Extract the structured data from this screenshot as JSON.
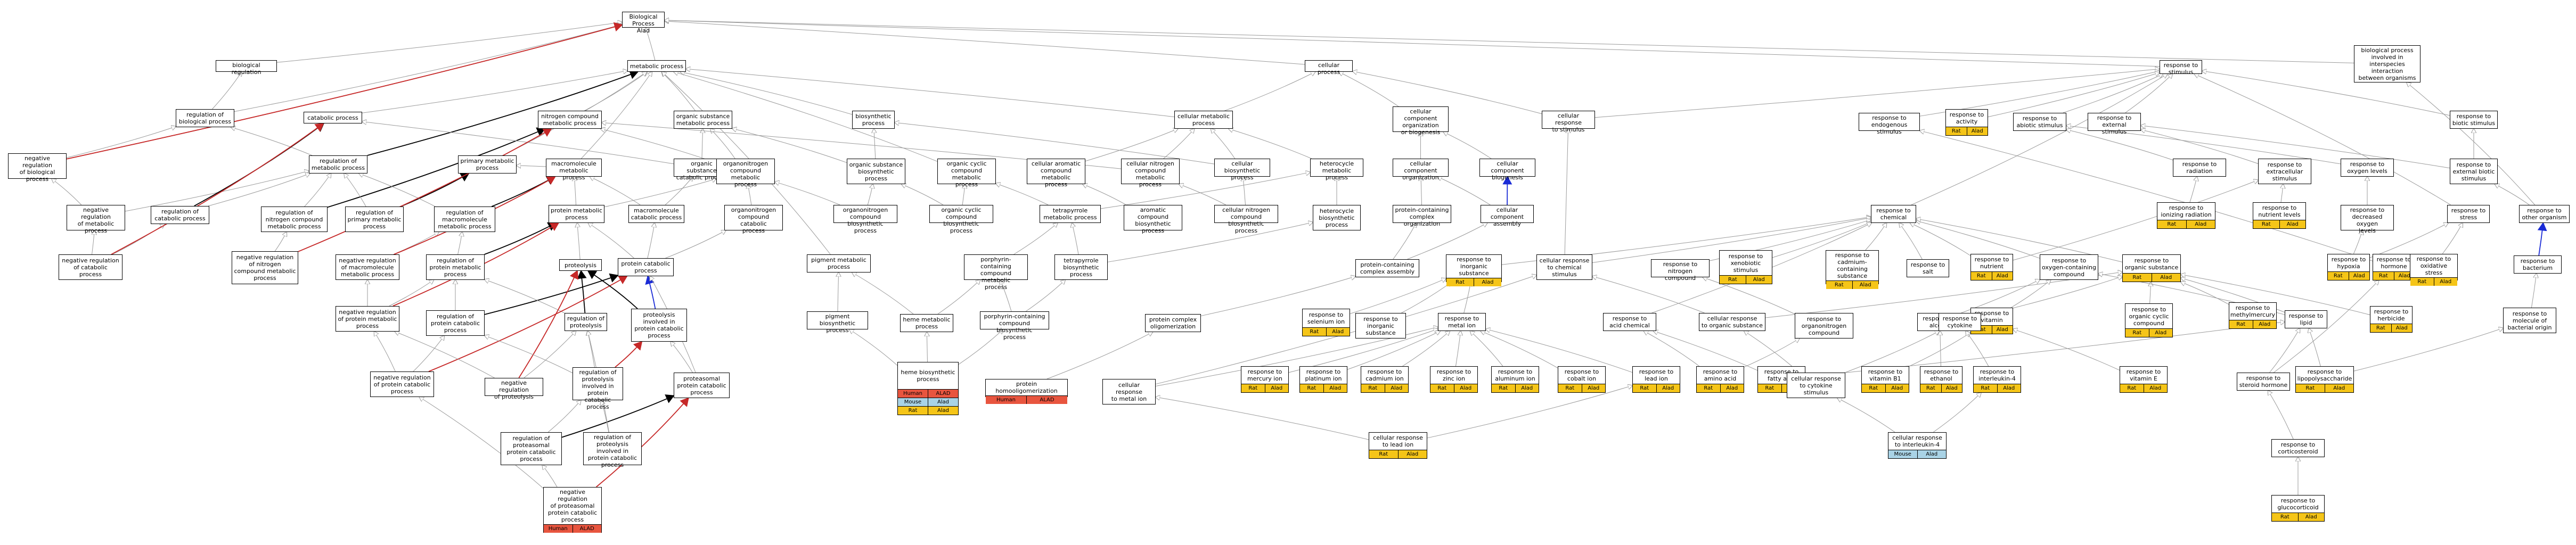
{
  "colors": {
    "gold": "#f5c518",
    "red": "#e8553f",
    "blue": "#a9d3e6",
    "edge_gray": "#9a9a9a",
    "edge_red": "#c62828",
    "edge_blue": "#1a2bd6",
    "edge_black": "#000000"
  },
  "nodes": [
    {
      "id": "bp",
      "label": "Biological Process\nAlad"
    },
    {
      "id": "breg",
      "label": "biological regulation"
    },
    {
      "id": "met",
      "label": "metabolic process"
    },
    {
      "id": "cel",
      "label": "cellular process"
    },
    {
      "id": "rts",
      "label": "response to\nstimulus"
    },
    {
      "id": "bpi",
      "label": "biological process\ninvolved in\ninterspecies\ninteraction\nbetween organisms"
    },
    {
      "id": "rbp",
      "label": "regulation of\nbiological process"
    },
    {
      "id": "nrbp",
      "label": "negative regulation\nof biological\nprocess"
    },
    {
      "id": "catp",
      "label": "catabolic process"
    },
    {
      "id": "ncmp",
      "label": "nitrogen compound\nmetabolic process"
    },
    {
      "id": "osmp",
      "label": "organic substance\nmetabolic process"
    },
    {
      "id": "biosyn",
      "label": "biosynthetic\nprocess"
    },
    {
      "id": "cmp",
      "label": "cellular metabolic\nprocess"
    },
    {
      "id": "ccob",
      "label": "cellular component\norganization\nor biogenesis"
    },
    {
      "id": "cts",
      "label": "cellular response\nto stimulus"
    },
    {
      "id": "rmp",
      "label": "regulation of\nmetabolic process"
    },
    {
      "id": "pmp",
      "label": "primary metabolic\nprocess"
    },
    {
      "id": "mmp",
      "label": "macromolecule\nmetabolic process"
    },
    {
      "id": "oscp",
      "label": "organic substance\ncatabolic process"
    },
    {
      "id": "ocmp",
      "label": "organonitrogen\ncompound metabolic\nprocess"
    },
    {
      "id": "osbp",
      "label": "organic substance\nbiosynthetic\nprocess"
    },
    {
      "id": "occmp",
      "label": "organic cyclic\ncompound metabolic\nprocess"
    },
    {
      "id": "acmp",
      "label": "cellular aromatic\ncompound metabolic\nprocess"
    },
    {
      "id": "cncmp",
      "label": "cellular nitrogen\ncompound metabolic\nprocess"
    },
    {
      "id": "cbp",
      "label": "cellular biosynthetic\nprocess"
    },
    {
      "id": "hmp",
      "label": "heterocycle\nmetabolic process"
    },
    {
      "id": "cco",
      "label": "cellular component\norganization"
    },
    {
      "id": "ccb",
      "label": "cellular component\nbiogenesis"
    },
    {
      "id": "res",
      "label": "response to\nendogenous stimulus"
    },
    {
      "id": "ract",
      "label": "response to\nactivity",
      "tags": [
        [
          "Rat",
          "gold"
        ],
        [
          "Alad",
          "gold"
        ]
      ]
    },
    {
      "id": "ras",
      "label": "response to\nabiotic stimulus"
    },
    {
      "id": "rext",
      "label": "response to\nexternal stimulus"
    },
    {
      "id": "rbs",
      "label": "response to\nbiotic stimulus"
    },
    {
      "id": "nrmp",
      "label": "negative regulation\nof metabolic\nprocess"
    },
    {
      "id": "rcp",
      "label": "regulation of\ncatabolic process"
    },
    {
      "id": "rncmp",
      "label": "regulation of\nnitrogen compound\nmetabolic process"
    },
    {
      "id": "rpmp",
      "label": "regulation of\nprimary metabolic\nprocess"
    },
    {
      "id": "rmmp",
      "label": "regulation of\nmacromolecule\nmetabolic process"
    },
    {
      "id": "prmp",
      "label": "protein metabolic\nprocess"
    },
    {
      "id": "mcp",
      "label": "macromolecule\ncatabolic process"
    },
    {
      "id": "occp",
      "label": "organonitrogen\ncompound catabolic\nprocess"
    },
    {
      "id": "ocbp",
      "label": "organonitrogen\ncompound biosynthetic\nprocess"
    },
    {
      "id": "occbp",
      "label": "organic cyclic\ncompound biosynthetic\nprocess"
    },
    {
      "id": "tmp",
      "label": "tetrapyrrole\nmetabolic process"
    },
    {
      "id": "acbp",
      "label": "aromatic compound\nbiosynthetic\nprocess"
    },
    {
      "id": "cncbp",
      "label": "cellular nitrogen\ncompound biosynthetic\nprocess"
    },
    {
      "id": "hbp",
      "label": "heterocycle\nbiosynthetic\nprocess"
    },
    {
      "id": "pcco",
      "label": "protein-containing\ncomplex organization"
    },
    {
      "id": "cca",
      "label": "cellular component\nassembly"
    },
    {
      "id": "rrad",
      "label": "response to\nradiation"
    },
    {
      "id": "rextc",
      "label": "response to\nextracellular\nstimulus"
    },
    {
      "id": "rox",
      "label": "response to\noxygen levels"
    },
    {
      "id": "rebs",
      "label": "response to\nexternal biotic\nstimulus"
    },
    {
      "id": "rchem",
      "label": "response to\nchemical"
    },
    {
      "id": "ncp",
      "label": "negative regulation\nof catabolic\nprocess"
    },
    {
      "id": "nrncmp",
      "label": "negative regulation\nof nitrogen\ncompound metabolic\nprocess"
    },
    {
      "id": "nrmmp",
      "label": "negative regulation\nof macromolecule\nmetabolic process"
    },
    {
      "id": "rprmp",
      "label": "regulation of\nprotein metabolic\nprocess"
    },
    {
      "id": "proteolysis",
      "label": "proteolysis"
    },
    {
      "id": "pcp",
      "label": "protein catabolic\nprocess"
    },
    {
      "id": "pigmp",
      "label": "pigment metabolic\nprocess"
    },
    {
      "id": "ppbp",
      "label": "porphyrin-containing\ncompound metabolic\nprocess"
    },
    {
      "id": "tbp",
      "label": "tetrapyrrole\nbiosynthetic\nprocess"
    },
    {
      "id": "pcca",
      "label": "protein-containing\ncomplex assembly"
    },
    {
      "id": "ris",
      "label": "response to\ninorganic substance",
      "tags": [
        [
          "Rat",
          "gold"
        ],
        [
          "Alad",
          "gold"
        ]
      ]
    },
    {
      "id": "crc",
      "label": "cellular response\nto chemical\nstimulus"
    },
    {
      "id": "rnc",
      "label": "response to\nnitrogen compound"
    },
    {
      "id": "rxs",
      "label": "response to\nxenobiotic stimulus",
      "tags": [
        [
          "Rat",
          "gold"
        ],
        [
          "Alad",
          "gold"
        ]
      ]
    },
    {
      "id": "rac",
      "label": "response to\ncadmium-containing\nsubstance",
      "tags": [
        [
          "Rat",
          "gold"
        ],
        [
          "Alad",
          "gold"
        ]
      ]
    },
    {
      "id": "rsalt",
      "label": "response to\nsalt"
    },
    {
      "id": "rnut",
      "label": "response to\nnutrient",
      "tags": [
        [
          "Rat",
          "gold"
        ],
        [
          "Alad",
          "gold"
        ]
      ]
    },
    {
      "id": "roxc",
      "label": "response to\noxygen-containing\ncompound"
    },
    {
      "id": "ros",
      "label": "response to\norganic substance",
      "tags": [
        [
          "Rat",
          "gold"
        ],
        [
          "Alad",
          "gold"
        ]
      ]
    },
    {
      "id": "rir",
      "label": "response to\nionizing radiation",
      "tags": [
        [
          "Rat",
          "gold"
        ],
        [
          "Alad",
          "gold"
        ]
      ]
    },
    {
      "id": "rnl",
      "label": "response to\nnutrient levels",
      "tags": [
        [
          "Rat",
          "gold"
        ],
        [
          "Alad",
          "gold"
        ]
      ]
    },
    {
      "id": "rdox",
      "label": "response to\ndecreased oxygen\nlevels"
    },
    {
      "id": "rstress",
      "label": "response to\nstress"
    },
    {
      "id": "rorg",
      "label": "response to\nother organism"
    },
    {
      "id": "nrprmp",
      "label": "negative regulation\nof protein metabolic\nprocess"
    },
    {
      "id": "rpcp",
      "label": "regulation of\nprotein catabolic\nprocess"
    },
    {
      "id": "rprot",
      "label": "regulation of\nproteolysis"
    },
    {
      "id": "pcpinv",
      "label": "proteolysis\ninvolved in\nprotein catabolic\nprocess"
    },
    {
      "id": "pigbp",
      "label": "pigment biosynthetic\nprocess"
    },
    {
      "id": "hemmp",
      "label": "heme metabolic\nprocess"
    },
    {
      "id": "ppcbp",
      "label": "porphyrin-containing\ncompound biosynthetic\nprocess"
    },
    {
      "id": "pco",
      "label": "protein complex\noligomerization"
    },
    {
      "id": "rsel",
      "label": "response to\nselenium ion",
      "tags": [
        [
          "Rat",
          "gold"
        ],
        [
          "Alad",
          "gold"
        ]
      ]
    },
    {
      "id": "rtis",
      "label": "response to\ninorganic\nsubstance"
    },
    {
      "id": "rmi",
      "label": "response to\nmetal ion"
    },
    {
      "id": "rac2",
      "label": "response to\nacid chemical"
    },
    {
      "id": "crorg",
      "label": "cellular response\nto organic substance"
    },
    {
      "id": "rorgn",
      "label": "response to\norganonitrogen\ncompound"
    },
    {
      "id": "ralc",
      "label": "response to\nalcohol"
    },
    {
      "id": "rvit",
      "label": "response to\nvitamin",
      "tags": [
        [
          "Rat",
          "gold"
        ],
        [
          "Alad",
          "gold"
        ]
      ]
    },
    {
      "id": "rocc",
      "label": "response to\norganic cyclic\ncompound",
      "tags": [
        [
          "Rat",
          "gold"
        ],
        [
          "Alad",
          "gold"
        ]
      ]
    },
    {
      "id": "rmh",
      "label": "response to\nmethylmercury",
      "tags": [
        [
          "Rat",
          "gold"
        ],
        [
          "Alad",
          "gold"
        ]
      ]
    },
    {
      "id": "rlip",
      "label": "response to\nlipid"
    },
    {
      "id": "rhyp",
      "label": "response to\nhypoxia",
      "tags": [
        [
          "Rat",
          "gold"
        ],
        [
          "Alad",
          "gold"
        ]
      ]
    },
    {
      "id": "rhorm",
      "label": "response to\nhormone",
      "tags": [
        [
          "Rat",
          "gold"
        ],
        [
          "Alad",
          "gold"
        ]
      ]
    },
    {
      "id": "ros2",
      "label": "response to\noxidative stress",
      "tags": [
        [
          "Rat",
          "gold"
        ],
        [
          "Alad",
          "gold"
        ]
      ]
    },
    {
      "id": "rherb",
      "label": "response to\nherbicide",
      "tags": [
        [
          "Rat",
          "gold"
        ],
        [
          "Alad",
          "gold"
        ]
      ]
    },
    {
      "id": "rbact",
      "label": "response to\nbacterium"
    },
    {
      "id": "rmbo",
      "label": "response to\nmolecule of\nbacterial origin"
    },
    {
      "id": "rcyt",
      "label": "response to\ncytokine"
    },
    {
      "id": "nrpcp",
      "label": "negative regulation\nof protein catabolic\nprocess"
    },
    {
      "id": "nrprot",
      "label": "negative regulation\nof proteolysis"
    },
    {
      "id": "rpps",
      "label": "regulation of\nproteolysis\ninvolved in\nprotein catabolic\nprocess"
    },
    {
      "id": "ppcp",
      "label": "proteasomal\nprotein catabolic\nprocess"
    },
    {
      "id": "hembp",
      "label": "heme biosynthetic\nprocess",
      "tags": [
        [
          "Human",
          "red"
        ],
        [
          "ALAD",
          "red"
        ],
        [
          "Mouse",
          "blue"
        ],
        [
          "Alad",
          "blue"
        ],
        [
          "Rat",
          "gold"
        ],
        [
          "Alad",
          "gold"
        ]
      ]
    },
    {
      "id": "phom",
      "label": "protein homooligomerization",
      "tags": [
        [
          "Human",
          "red"
        ],
        [
          "ALAD",
          "red"
        ]
      ]
    },
    {
      "id": "crmi",
      "label": "cellular response\nto metal ion"
    },
    {
      "id": "rmerc",
      "label": "response to\nmercury ion",
      "tags": [
        [
          "Rat",
          "gold"
        ],
        [
          "Alad",
          "gold"
        ]
      ]
    },
    {
      "id": "rplat",
      "label": "response to\nplatinum ion",
      "tags": [
        [
          "Rat",
          "gold"
        ],
        [
          "Alad",
          "gold"
        ]
      ]
    },
    {
      "id": "rcad",
      "label": "response to\ncadmium ion",
      "tags": [
        [
          "Rat",
          "gold"
        ],
        [
          "Alad",
          "gold"
        ]
      ]
    },
    {
      "id": "rzinc",
      "label": "response to\nzinc ion",
      "tags": [
        [
          "Rat",
          "gold"
        ],
        [
          "Alad",
          "gold"
        ]
      ]
    },
    {
      "id": "ralum",
      "label": "response to\naluminum ion",
      "tags": [
        [
          "Rat",
          "gold"
        ],
        [
          "Alad",
          "gold"
        ]
      ]
    },
    {
      "id": "rcob",
      "label": "response to\ncobalt ion",
      "tags": [
        [
          "Rat",
          "gold"
        ],
        [
          "Alad",
          "gold"
        ]
      ]
    },
    {
      "id": "rlead",
      "label": "response to\nlead ion",
      "tags": [
        [
          "Rat",
          "gold"
        ],
        [
          "Alad",
          "gold"
        ]
      ]
    },
    {
      "id": "ramino",
      "label": "response to\namino acid",
      "tags": [
        [
          "Rat",
          "gold"
        ],
        [
          "Alad",
          "gold"
        ]
      ]
    },
    {
      "id": "rfat",
      "label": "response to\nfatty acid",
      "tags": [
        [
          "Rat",
          "gold"
        ],
        [
          "Alad",
          "gold"
        ]
      ]
    },
    {
      "id": "crcyt",
      "label": "cellular response\nto cytokine\nstimulus"
    },
    {
      "id": "rvb1",
      "label": "response to\nvitamin B1",
      "tags": [
        [
          "Rat",
          "gold"
        ],
        [
          "Alad",
          "gold"
        ]
      ]
    },
    {
      "id": "reth",
      "label": "response to\nethanol",
      "tags": [
        [
          "Rat",
          "gold"
        ],
        [
          "Alad",
          "gold"
        ]
      ]
    },
    {
      "id": "ril4",
      "label": "response to\ninterleukin-4",
      "tags": [
        [
          "Rat",
          "gold"
        ],
        [
          "Alad",
          "gold"
        ]
      ]
    },
    {
      "id": "rve",
      "label": "response to\nvitamin E",
      "tags": [
        [
          "Rat",
          "gold"
        ],
        [
          "Alad",
          "gold"
        ]
      ]
    },
    {
      "id": "rsh",
      "label": "response to\nsteroid hormone"
    },
    {
      "id": "rlps",
      "label": "response to\nlipopolysaccharide",
      "tags": [
        [
          "Rat",
          "gold"
        ],
        [
          "Alad",
          "gold"
        ]
      ]
    },
    {
      "id": "rpps2",
      "label": "regulation of\nproteasomal\nprotein catabolic\nprocess"
    },
    {
      "id": "rpic",
      "label": "regulation of\nproteolysis\ninvolved in\nprotein catabolic\nprocess"
    },
    {
      "id": "crlead",
      "label": "cellular response\nto lead ion",
      "tags": [
        [
          "Rat",
          "gold"
        ],
        [
          "Alad",
          "gold"
        ]
      ]
    },
    {
      "id": "cril4",
      "label": "cellular response\nto interleukin-4",
      "tags": [
        [
          "Mouse",
          "blue"
        ],
        [
          "Alad",
          "blue"
        ]
      ]
    },
    {
      "id": "rcort",
      "label": "response to\ncorticosteroid"
    },
    {
      "id": "nrpps",
      "label": "negative regulation\nof proteasomal\nprotein catabolic\nprocess",
      "tags": [
        [
          "Human",
          "red"
        ],
        [
          "ALAD",
          "red"
        ]
      ]
    },
    {
      "id": "rgluc",
      "label": "response to\nglucocorticoid",
      "tags": [
        [
          "Rat",
          "gold"
        ],
        [
          "Alad",
          "gold"
        ]
      ]
    }
  ]
}
